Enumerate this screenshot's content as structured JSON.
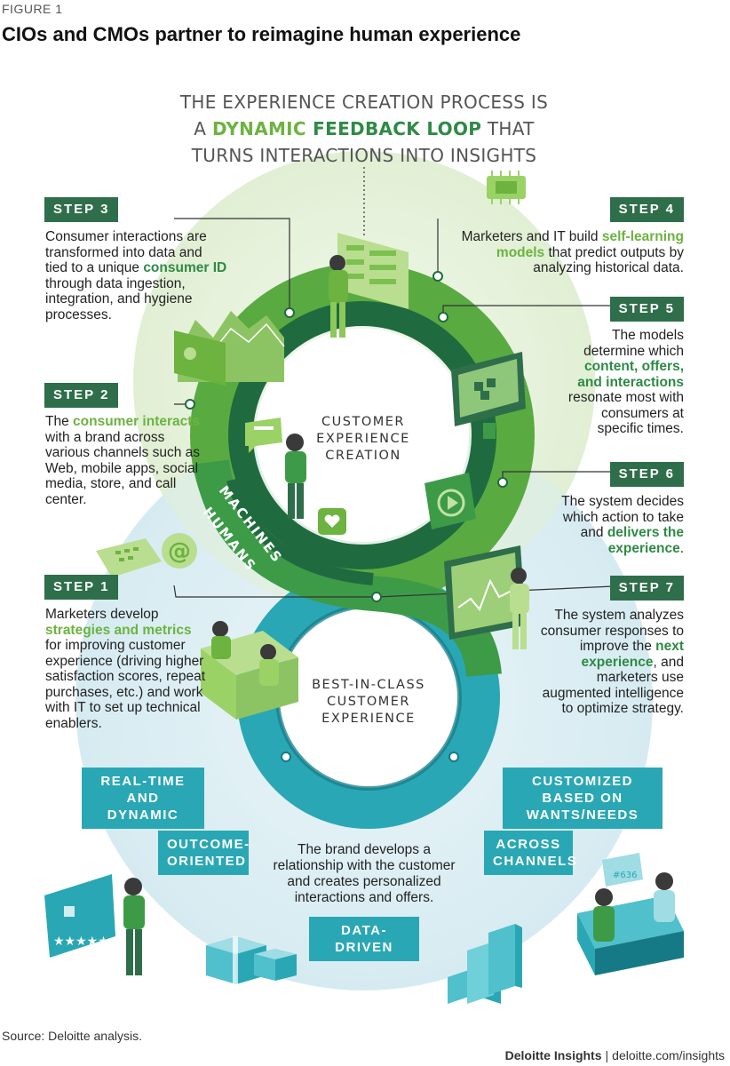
{
  "figure": {
    "label": "FIGURE 1",
    "title": "CIOs and CMOs partner to reimagine human experience"
  },
  "header": {
    "line1": "THE EXPERIENCE CREATION PROCESS IS",
    "line2_pre": "A ",
    "line2_hl1": "DYNAMIC ",
    "line2_hl2": "FEEDBACK LOOP",
    "line2_post": " THAT",
    "line3": "TURNS INTERACTIONS INTO INSIGHTS"
  },
  "steps": {
    "step1": {
      "label": "STEP 1",
      "text_a": "Marketers develop",
      "em_a": "strategies and",
      "em_b": "metrics",
      "text_b": " for improving customer experience (driving higher satisfaction scores, repeat purchases, etc.) and work with IT to set up technical enablers."
    },
    "step2": {
      "label": "STEP 2",
      "text_a": "The ",
      "em_a": "consumer",
      "em_b": "interacts",
      "text_b": " with a brand across various channels such as Web, mobile apps, social media, store, and call center."
    },
    "step3": {
      "label": "STEP 3",
      "text_a": "Consumer interactions are transformed into data and tied to a unique ",
      "em_a": "consumer ID",
      "text_b": " through data ingestion, integration, and hygiene processes."
    },
    "step4": {
      "label": "STEP 4",
      "text_a": "Marketers and IT build ",
      "em_a": "self-learning models",
      "text_b": " that predict outputs by analyzing historical data."
    },
    "step5": {
      "label": "STEP 5",
      "text_a": "The models determine which ",
      "em_a": "content, offers, and interactions",
      "text_b": " resonate most with consumers at specific times."
    },
    "step6": {
      "label": "STEP 6",
      "text_a": "The system decides which action to take and ",
      "em_a": "delivers the experience",
      "text_b": "."
    },
    "step7": {
      "label": "STEP 7",
      "text_a": "The system analyzes consumer responses to improve the ",
      "em_a": "next experience",
      "text_b": ", and marketers use augmented intelligence to optimize strategy."
    }
  },
  "loops": {
    "top_center": "CUSTOMER EXPERIENCE CREATION",
    "bottom_center": "BEST-IN-CLASS CUSTOMER EXPERIENCE",
    "band_outer": "MACHINES",
    "band_inner": "HUMANS"
  },
  "tags": {
    "real_time": "REAL-TIME AND DYNAMIC",
    "customized": "CUSTOMIZED BASED ON WANTS/NEEDS",
    "outcome": "OUTCOME-ORIENTED",
    "channels": "ACROSS CHANNELS",
    "data_driven": "DATA-DRIVEN"
  },
  "brand_text": "The brand develops a relationship with the customer and creates personalized interactions and offers.",
  "id_badge": "#636",
  "source": "Source: Deloitte analysis.",
  "footer": {
    "brand": "Deloitte Insights",
    "separator": "|",
    "url": "deloitte.com/insights"
  },
  "colors": {
    "step_label_bg": "#2f6e4a",
    "lime_accent": "#6cb33f",
    "dark_green": "#2f8a46",
    "band_mid_green": "#3d9b48",
    "band_dark_green": "#1f6b3f",
    "teal": "#2aa7b4",
    "teal_dark": "#157a86",
    "pale_green_disc": "#e4f1d8",
    "pale_blue_disc": "#dcedf2"
  },
  "icons": [
    "chip-icon",
    "monitor-icon",
    "play-icon",
    "phone-icon",
    "at-icon",
    "chat-bubble-icon",
    "heart-bubble-icon",
    "gift-box-icon",
    "bar-blocks-icon",
    "chart-screen-icon",
    "profile-card-icon",
    "star-rating-screen-icon"
  ]
}
